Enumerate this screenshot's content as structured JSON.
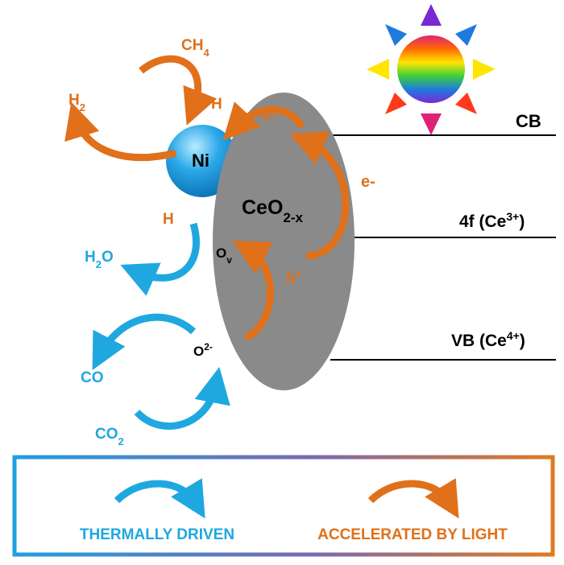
{
  "colors": {
    "thermal": "#1fa8e0",
    "light": "#e0701a",
    "oxide": "#8a8a8a",
    "nickel": "#2aa7e8",
    "line": "#000000"
  },
  "nickel": {
    "label": "Ni"
  },
  "support": {
    "base": "CeO",
    "sub": "2-x"
  },
  "levels": [
    {
      "id": "cb",
      "base": "CB",
      "sup": ""
    },
    {
      "id": "4f",
      "base": "4f (Ce",
      "sup": "3+",
      "tail": ")"
    },
    {
      "id": "vb",
      "base": "VB (Ce",
      "sup": "4+",
      "tail": ")"
    }
  ],
  "species": {
    "ch4": {
      "base": "CH",
      "sub": "4"
    },
    "h2": {
      "base": "H",
      "sub": "2"
    },
    "h_top": "H",
    "h_bottom": "H",
    "h2o": {
      "base": "H",
      "sub": "2",
      "tail": "O"
    },
    "co": "CO",
    "co2": {
      "base": "CO",
      "sub": "2"
    },
    "o2": {
      "base": "O",
      "sup": "2-"
    },
    "ov": {
      "base": "O",
      "sub": "v"
    }
  },
  "carriers": {
    "e1": "e-",
    "e2": "e-",
    "h": {
      "base": "h",
      "sup": "+"
    }
  },
  "legend": {
    "thermal_label": "THERMALLY DRIVEN",
    "light_label": "ACCELERATED BY LIGHT"
  }
}
